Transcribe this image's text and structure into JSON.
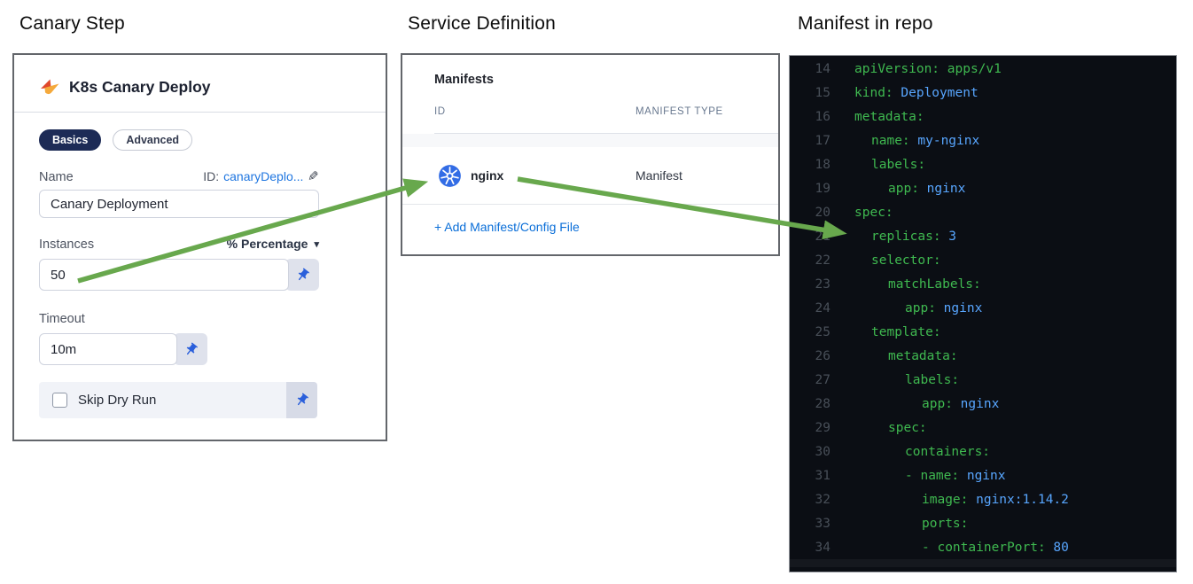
{
  "headings": {
    "left": "Canary Step",
    "middle": "Service Definition",
    "right": "Manifest in repo"
  },
  "canary": {
    "title": "K8s Canary Deploy",
    "tabs": [
      {
        "label": "Basics",
        "active": true
      },
      {
        "label": "Advanced",
        "active": false
      }
    ],
    "name": {
      "label": "Name",
      "id_label": "ID:",
      "id_value": "canaryDeplo...",
      "value": "Canary Deployment"
    },
    "instances": {
      "label": "Instances",
      "selector": "% Percentage",
      "caret": "▾",
      "value": "50"
    },
    "timeout": {
      "label": "Timeout",
      "value": "10m"
    },
    "skip_dry_run": {
      "label": "Skip Dry Run",
      "checked": false
    }
  },
  "service": {
    "title": "Manifests",
    "columns": {
      "id": "ID",
      "type": "MANIFEST TYPE"
    },
    "rows": [
      {
        "id": "nginx",
        "type": "Manifest",
        "icon": "kubernetes-icon"
      }
    ],
    "add_link": "+ Add Manifest/Config File"
  },
  "code": {
    "first_line": 14,
    "last_line": 34,
    "lines": [
      {
        "n": 14,
        "ind": 0,
        "parts": [
          [
            "g",
            "apiVersion: apps/v1"
          ]
        ]
      },
      {
        "n": 15,
        "ind": 0,
        "parts": [
          [
            "g",
            "kind:"
          ],
          [
            "b",
            " Deployment"
          ]
        ]
      },
      {
        "n": 16,
        "ind": 0,
        "parts": [
          [
            "g",
            "metadata:"
          ]
        ]
      },
      {
        "n": 17,
        "ind": 1,
        "parts": [
          [
            "g",
            "name:"
          ],
          [
            "b",
            " my-nginx"
          ]
        ]
      },
      {
        "n": 18,
        "ind": 1,
        "parts": [
          [
            "g",
            "labels:"
          ]
        ]
      },
      {
        "n": 19,
        "ind": 2,
        "parts": [
          [
            "g",
            "app:"
          ],
          [
            "b",
            " nginx"
          ]
        ]
      },
      {
        "n": 20,
        "ind": 0,
        "parts": [
          [
            "g",
            "spec:"
          ]
        ]
      },
      {
        "n": 21,
        "ind": 1,
        "parts": [
          [
            "g",
            "replicas:"
          ],
          [
            "b",
            " 3"
          ]
        ]
      },
      {
        "n": 22,
        "ind": 1,
        "parts": [
          [
            "g",
            "selector:"
          ]
        ]
      },
      {
        "n": 23,
        "ind": 2,
        "parts": [
          [
            "g",
            "matchLabels:"
          ]
        ]
      },
      {
        "n": 24,
        "ind": 3,
        "parts": [
          [
            "g",
            "app:"
          ],
          [
            "b",
            " nginx"
          ]
        ]
      },
      {
        "n": 25,
        "ind": 1,
        "parts": [
          [
            "g",
            "template:"
          ]
        ]
      },
      {
        "n": 26,
        "ind": 2,
        "parts": [
          [
            "g",
            "metadata:"
          ]
        ]
      },
      {
        "n": 27,
        "ind": 3,
        "parts": [
          [
            "g",
            "labels:"
          ]
        ]
      },
      {
        "n": 28,
        "ind": 4,
        "parts": [
          [
            "g",
            "app:"
          ],
          [
            "b",
            " nginx"
          ]
        ]
      },
      {
        "n": 29,
        "ind": 2,
        "parts": [
          [
            "g",
            "spec:"
          ]
        ]
      },
      {
        "n": 30,
        "ind": 3,
        "parts": [
          [
            "g",
            "containers:"
          ]
        ]
      },
      {
        "n": 31,
        "ind": 3,
        "parts": [
          [
            "g",
            "- name:"
          ],
          [
            "b",
            " nginx"
          ]
        ]
      },
      {
        "n": 32,
        "ind": 4,
        "parts": [
          [
            "g",
            "image:"
          ],
          [
            "b",
            " nginx:1.14.2"
          ]
        ]
      },
      {
        "n": 33,
        "ind": 4,
        "parts": [
          [
            "g",
            "ports:"
          ]
        ]
      },
      {
        "n": 34,
        "ind": 4,
        "parts": [
          [
            "g",
            "- containerPort:"
          ],
          [
            "b",
            " 80"
          ]
        ]
      }
    ]
  },
  "colors": {
    "arrow_green": "#68a84d",
    "accent_blue": "#0a6ed8",
    "tab_active_bg": "#1d2b56",
    "k8s_blue": "#326ce5",
    "code_bg": "#0b0e14",
    "code_green": "#3fb950",
    "code_blue": "#58a6ff",
    "code_linenum": "#484f58",
    "pin_blue": "#2a5fdb"
  }
}
